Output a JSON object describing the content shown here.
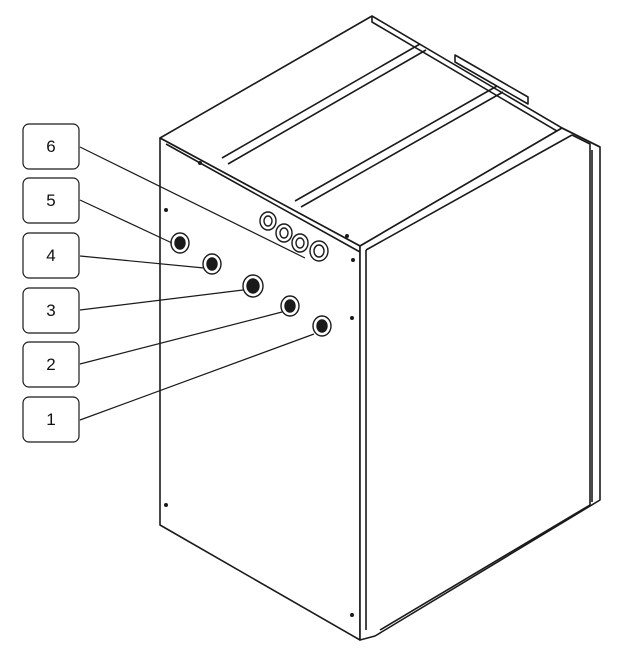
{
  "diagram": {
    "callouts": [
      {
        "id": "callout-6",
        "label": "6"
      },
      {
        "id": "callout-5",
        "label": "5"
      },
      {
        "id": "callout-4",
        "label": "4"
      },
      {
        "id": "callout-3",
        "label": "3"
      },
      {
        "id": "callout-2",
        "label": "2"
      },
      {
        "id": "callout-1",
        "label": "1"
      }
    ]
  },
  "colors": {
    "line": "#1a1a1a",
    "background": "#ffffff"
  }
}
